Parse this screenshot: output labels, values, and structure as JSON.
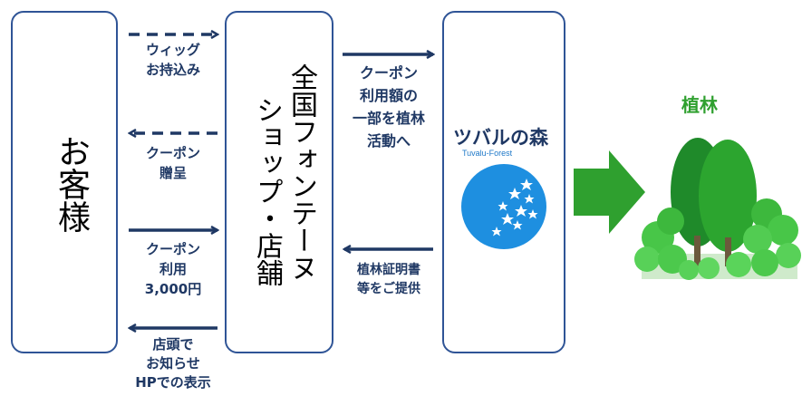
{
  "customer": {
    "label": "お客様"
  },
  "shop": {
    "label_line1": "全国フォンテーヌ",
    "label_line2": "ショップ・店舗"
  },
  "forest_org": {
    "name": "ツバルの森",
    "sub": "Tuvalu-Forest"
  },
  "planting": {
    "label": "植林"
  },
  "arrows": {
    "wig": {
      "line1": "ウィッグ",
      "line2": "お持込み",
      "style": "dashed"
    },
    "coupon_gift": {
      "line1": "クーポン",
      "line2": "贈呈",
      "style": "dashed"
    },
    "coupon_use": {
      "line1": "クーポン",
      "line2": "利用",
      "line3": "3,000円",
      "style": "solid"
    },
    "notice": {
      "line1": "店頭で",
      "line2": "お知らせ",
      "line3": "HPでの表示",
      "style": "solid"
    },
    "coupon_amount": {
      "line1": "クーポン",
      "line2": "利用額の",
      "line3": "一部を植林",
      "line4": "活動へ",
      "style": "solid"
    },
    "certificate": {
      "line1": "植林証明書",
      "line2": "等をご提供",
      "style": "solid"
    }
  },
  "colors": {
    "box_border": "#2f5496",
    "arrow": "#1f3864",
    "green": "#2fa02f",
    "globe": "#1e8fe0"
  }
}
